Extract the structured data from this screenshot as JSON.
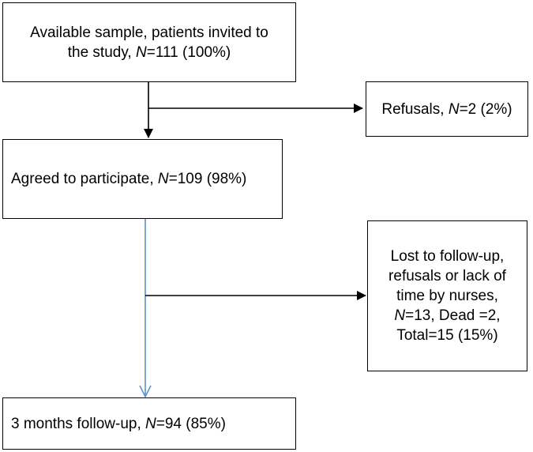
{
  "flowchart": {
    "available_sample": {
      "line1": "Available sample, patients invited to",
      "line2_prefix": "the study, ",
      "n_label": "N",
      "line2_suffix": "=111 (100%)"
    },
    "refusals": {
      "prefix": "Refusals, ",
      "n_label": "N",
      "suffix": "=2 (2%)"
    },
    "agreed": {
      "prefix": "Agreed to participate, ",
      "n_label": "N",
      "suffix": "=109 (98%)"
    },
    "lost_followup": {
      "line1": "Lost to follow-up,",
      "line2": "refusals or lack of",
      "line3": "time by nurses,",
      "line4_n_label": "N",
      "line4_suffix": "=13, Dead =2,",
      "line5": "Total=15 (15%)"
    },
    "three_months": {
      "prefix": "3 months follow-up, ",
      "n_label": "N",
      "suffix": "=94 (85%)"
    }
  },
  "colors": {
    "box_border": "#000000",
    "arrow_main": "#000000",
    "arrow_blue": "#5b8fcf"
  }
}
